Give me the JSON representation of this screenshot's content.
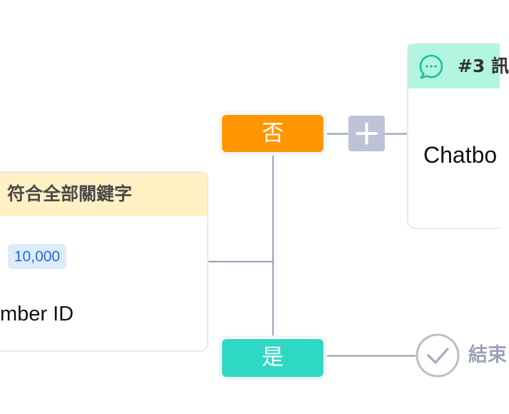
{
  "colors": {
    "background": "#FFFFFF",
    "kw-header": "#FFF1C4",
    "msg-header": "#B2F5E0",
    "badge-bg": "#DDEBFB",
    "badge-text": "#1E6FD2",
    "branch-no": "#FF9500",
    "branch-yes": "#2ED8C4",
    "add-button": "#BDC2D8",
    "connector": "#8C99B3",
    "end-gray": "#9BA3B4",
    "icon-teal": "#1BBFA3"
  },
  "nodes": {
    "keyword_condition": {
      "title": "符合全部關鍵字",
      "badge": "10,000",
      "field_label": "mber ID"
    },
    "message": {
      "icon": "chat-bubble-icon",
      "title": "#3 訊",
      "body": "Chatbo"
    },
    "branch_no": {
      "label": "否"
    },
    "branch_yes": {
      "label": "是"
    },
    "add_step": {
      "icon": "plus-icon"
    },
    "end": {
      "icon": "check-circle-icon",
      "label": "結束"
    }
  }
}
